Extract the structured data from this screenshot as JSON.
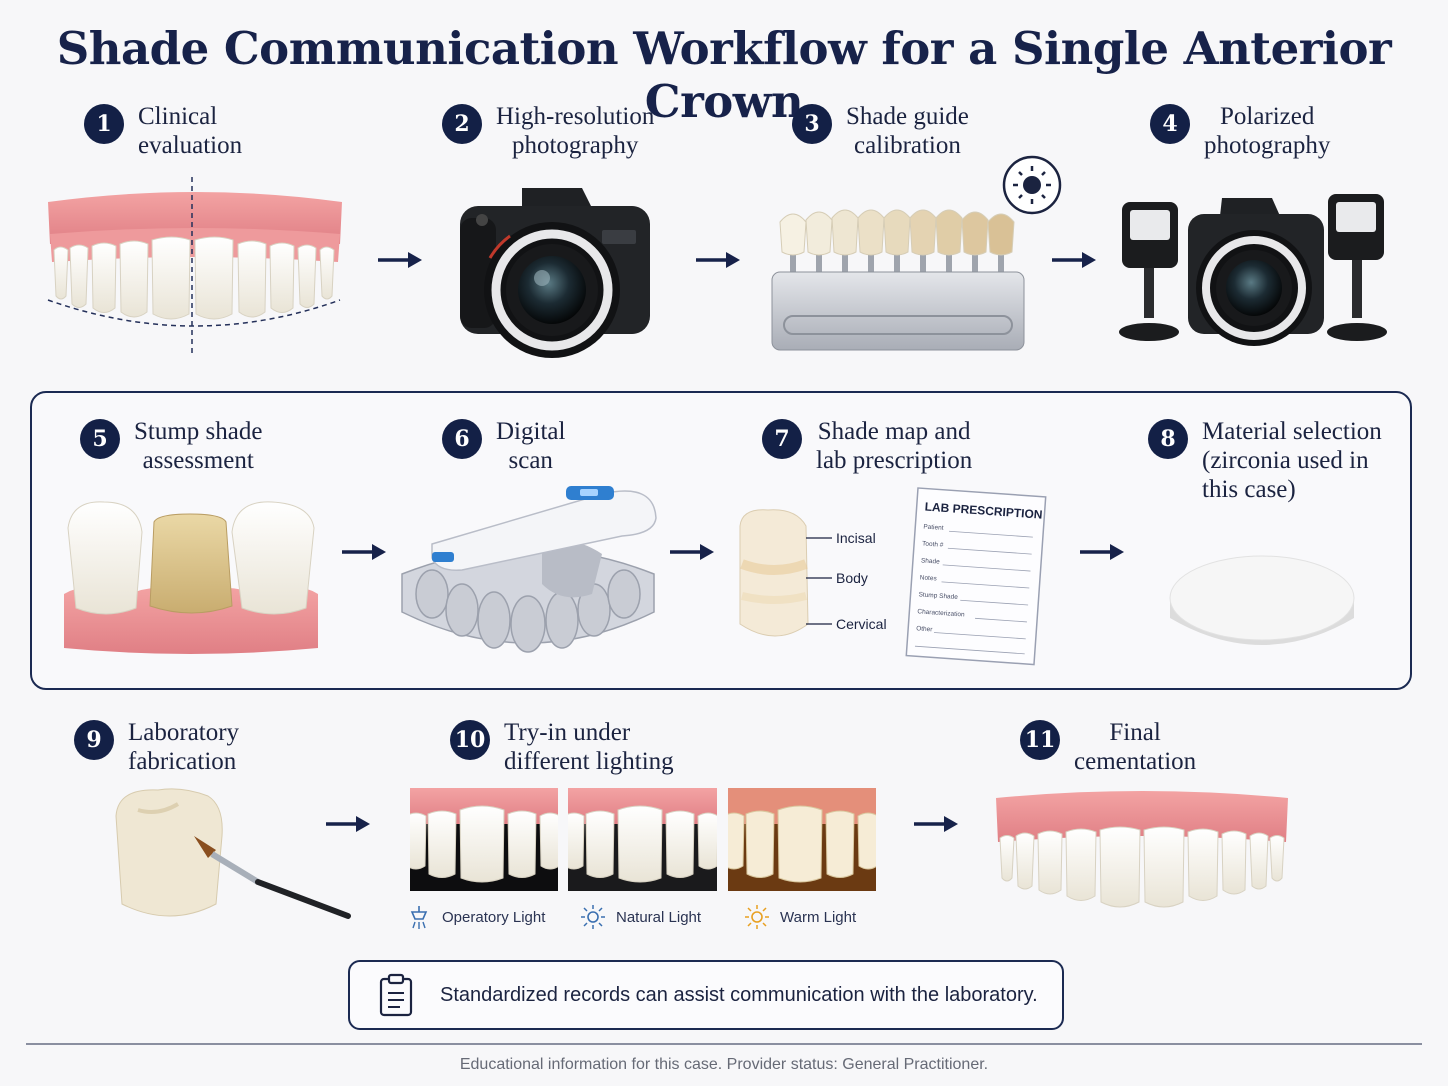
{
  "title": "Shade Communication Workflow for a Single Anterior Crown",
  "steps": [
    {
      "num": "1",
      "label": "Clinical evaluation",
      "lines": [
        "Clinical",
        "evaluation"
      ]
    },
    {
      "num": "2",
      "label": "High-resolution photography",
      "lines": [
        "High-resolution",
        "photography"
      ]
    },
    {
      "num": "3",
      "label": "Shade guide calibration",
      "lines": [
        "Shade guide",
        "calibration"
      ]
    },
    {
      "num": "4",
      "label": "Polarized photography",
      "lines": [
        "Polarized",
        "photography"
      ]
    },
    {
      "num": "5",
      "label": "Stump shade assessment",
      "lines": [
        "Stump shade",
        "assessment"
      ]
    },
    {
      "num": "6",
      "label": "Digital scan",
      "lines": [
        "Digital",
        "scan"
      ]
    },
    {
      "num": "7",
      "label": "Shade map and lab prescription",
      "lines": [
        "Shade map and",
        "lab prescription"
      ]
    },
    {
      "num": "8",
      "label": "Material selection (zirconia used in this case)",
      "lines": [
        "Material selection",
        "(zirconia used in",
        "this case)"
      ]
    },
    {
      "num": "9",
      "label": "Laboratory fabrication",
      "lines": [
        "Laboratory",
        "fabrication"
      ]
    },
    {
      "num": "10",
      "label": "Try-in under different lighting",
      "lines": [
        "Try-in under",
        "different lighting"
      ]
    },
    {
      "num": "11",
      "label": "Final cementation",
      "lines": [
        "Final",
        "cementation"
      ]
    }
  ],
  "shade_map": {
    "zones": [
      "Incisal",
      "Body",
      "Cervical"
    ]
  },
  "prescription": {
    "heading": "LAB PRESCRIPTION",
    "fields": [
      "Patient",
      "Tooth #",
      "Shade",
      "Notes",
      "Stump Shade",
      "Characterization",
      "Other"
    ]
  },
  "lighting": [
    {
      "label": "Operatory Light",
      "icon": "operatory-light-icon"
    },
    {
      "label": "Natural Light",
      "icon": "sun-icon"
    },
    {
      "label": "Warm Light",
      "icon": "warm-sun-icon"
    }
  ],
  "note": "Standardized records can assist communication with the laboratory.",
  "footer": "Educational information for this case. Provider status: General Practitioner.",
  "colors": {
    "navy": "#132046",
    "gum": "#e88c8c",
    "tooth": "#f4f0e6",
    "stump": "#dcc58f"
  }
}
